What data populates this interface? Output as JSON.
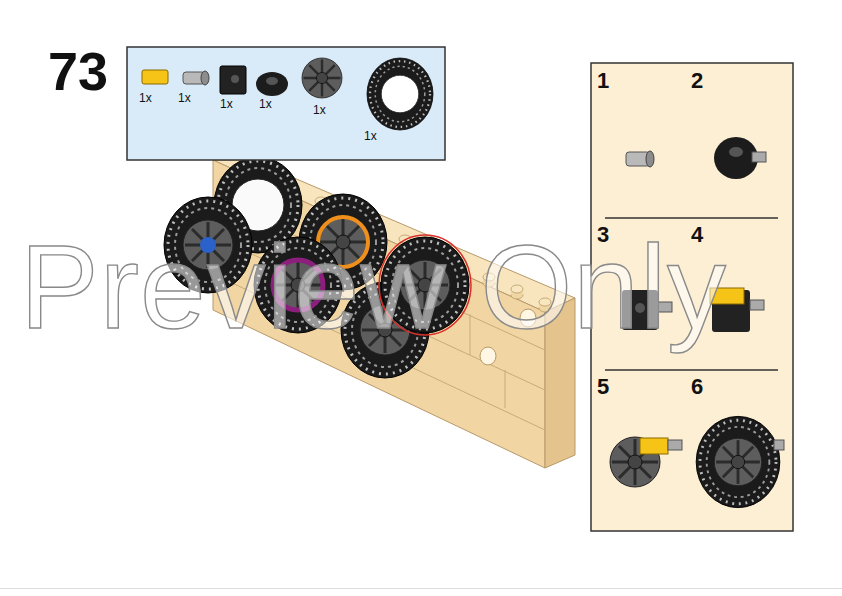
{
  "diagram": {
    "nodes": [
      {
        "text": [
          "1x",
          "1x",
          "1x",
          "1x",
          "1x",
          "1x"
        ]
      },
      {
        "text": [
          "1",
          "2",
          "3",
          "4",
          "5",
          "6"
        ]
      }
    ],
    "labels": [
      "73",
      "Preview Only"
    ]
  }
}
